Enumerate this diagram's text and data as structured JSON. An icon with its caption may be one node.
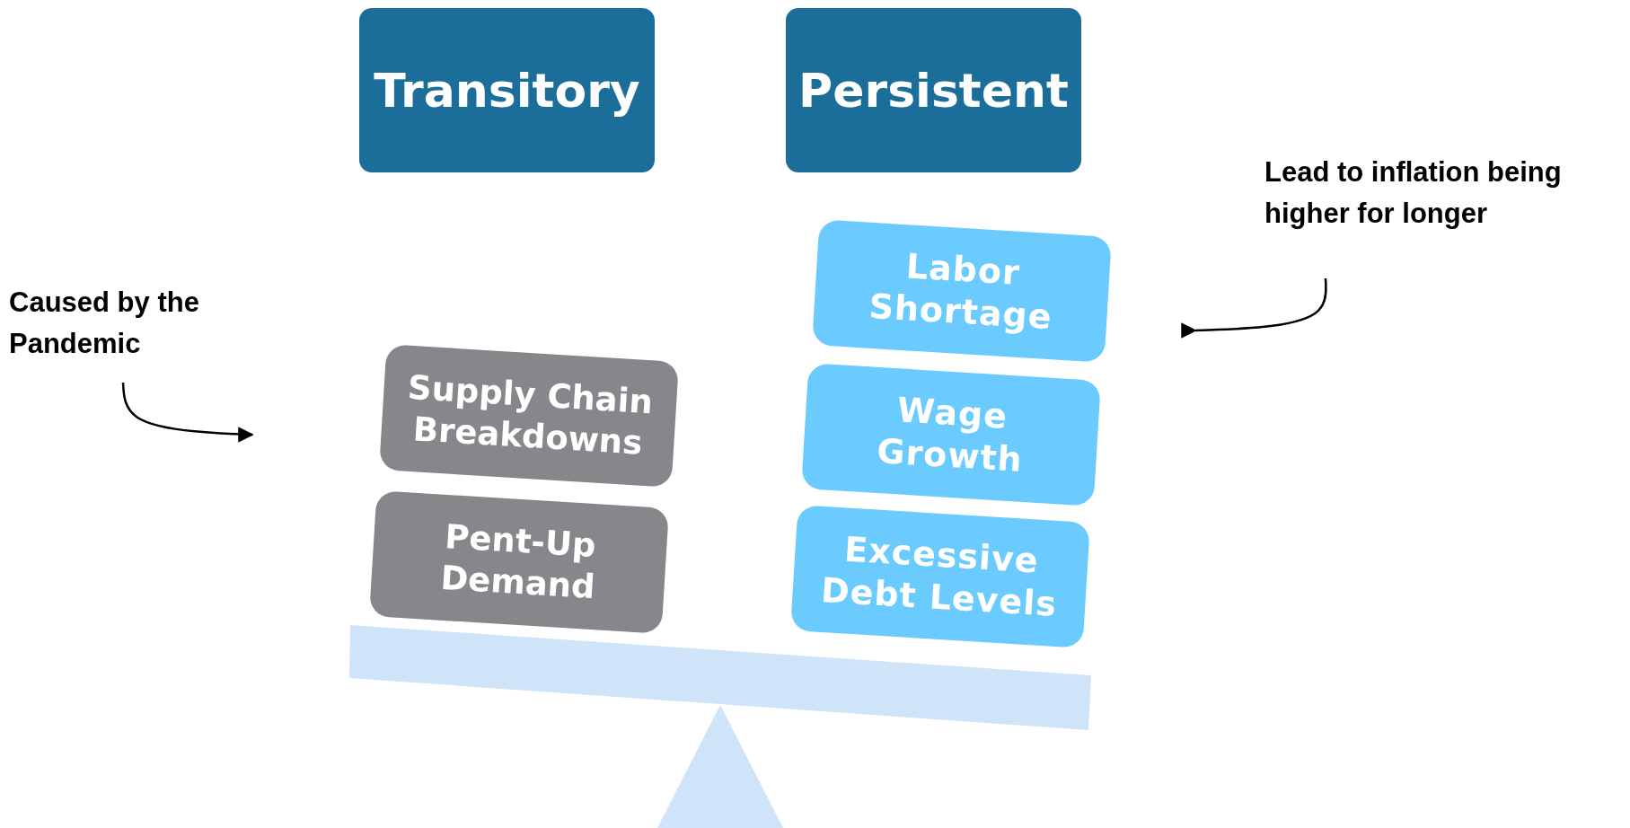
{
  "diagram": {
    "nodes": [
      {
        "text": [
          "Transitory"
        ]
      },
      {
        "text": [
          "Persistent"
        ]
      },
      {
        "text": [
          "Caused by the Pandemic"
        ]
      },
      {
        "text": [
          "Supply Chain Breakdowns"
        ]
      },
      {
        "text": [
          "Pent-Up Demand"
        ]
      },
      {
        "text": [
          "Lead to inflation being higher for longer"
        ]
      },
      {
        "text": [
          "Labor Shortage"
        ]
      },
      {
        "text": [
          "Wage Growth"
        ]
      },
      {
        "text": [
          "Excessive Debt Levels"
        ]
      }
    ],
    "edges": [
      {
        "from": 2,
        "to": null,
        "arrow": "to"
      },
      {
        "from": 5,
        "to": null,
        "arrow": "to"
      }
    ]
  }
}
